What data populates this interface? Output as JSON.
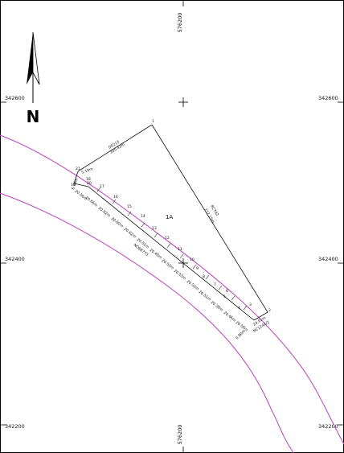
{
  "grid": {
    "easting_top": "576200",
    "easting_bottom": "576200",
    "northings": [
      "342600",
      "342400",
      "342200"
    ]
  },
  "north_arrow": {
    "label": "N"
  },
  "parcel": {
    "label": "1A"
  },
  "stations": [
    "1",
    "2",
    "3",
    "4",
    "5",
    "6",
    "7",
    "8",
    "9",
    "10",
    "11",
    "12",
    "13",
    "14",
    "15",
    "16",
    "17",
    "18",
    "19",
    "20",
    "21"
  ],
  "chainage_labels": [
    "20.50m",
    "20.46m",
    "20.38m",
    "20.51m",
    "20.52m",
    "20.53m",
    "20.52m",
    "20.40m",
    "20.51m",
    "20.62m",
    "20.60m",
    "20.62m",
    "20.66m",
    "20.56m"
  ],
  "edge_labels": {
    "edge_1_21_a": "DE213",
    "edge_1_21_b": "100.42m",
    "edge_1_2_a": "RC762",
    "edge_1_2_b": "277.15m",
    "edge_short_top": "5.10m",
    "edge_short_left": "6.09m",
    "edge_short_bottom": "0.80m",
    "edge_lot_a": "24.97m",
    "edge_lot_b": "NC1242/2"
  },
  "road": {
    "label": "NO88773"
  },
  "colors": {
    "boundary": "#111111",
    "road_line": "#c34fc3"
  }
}
